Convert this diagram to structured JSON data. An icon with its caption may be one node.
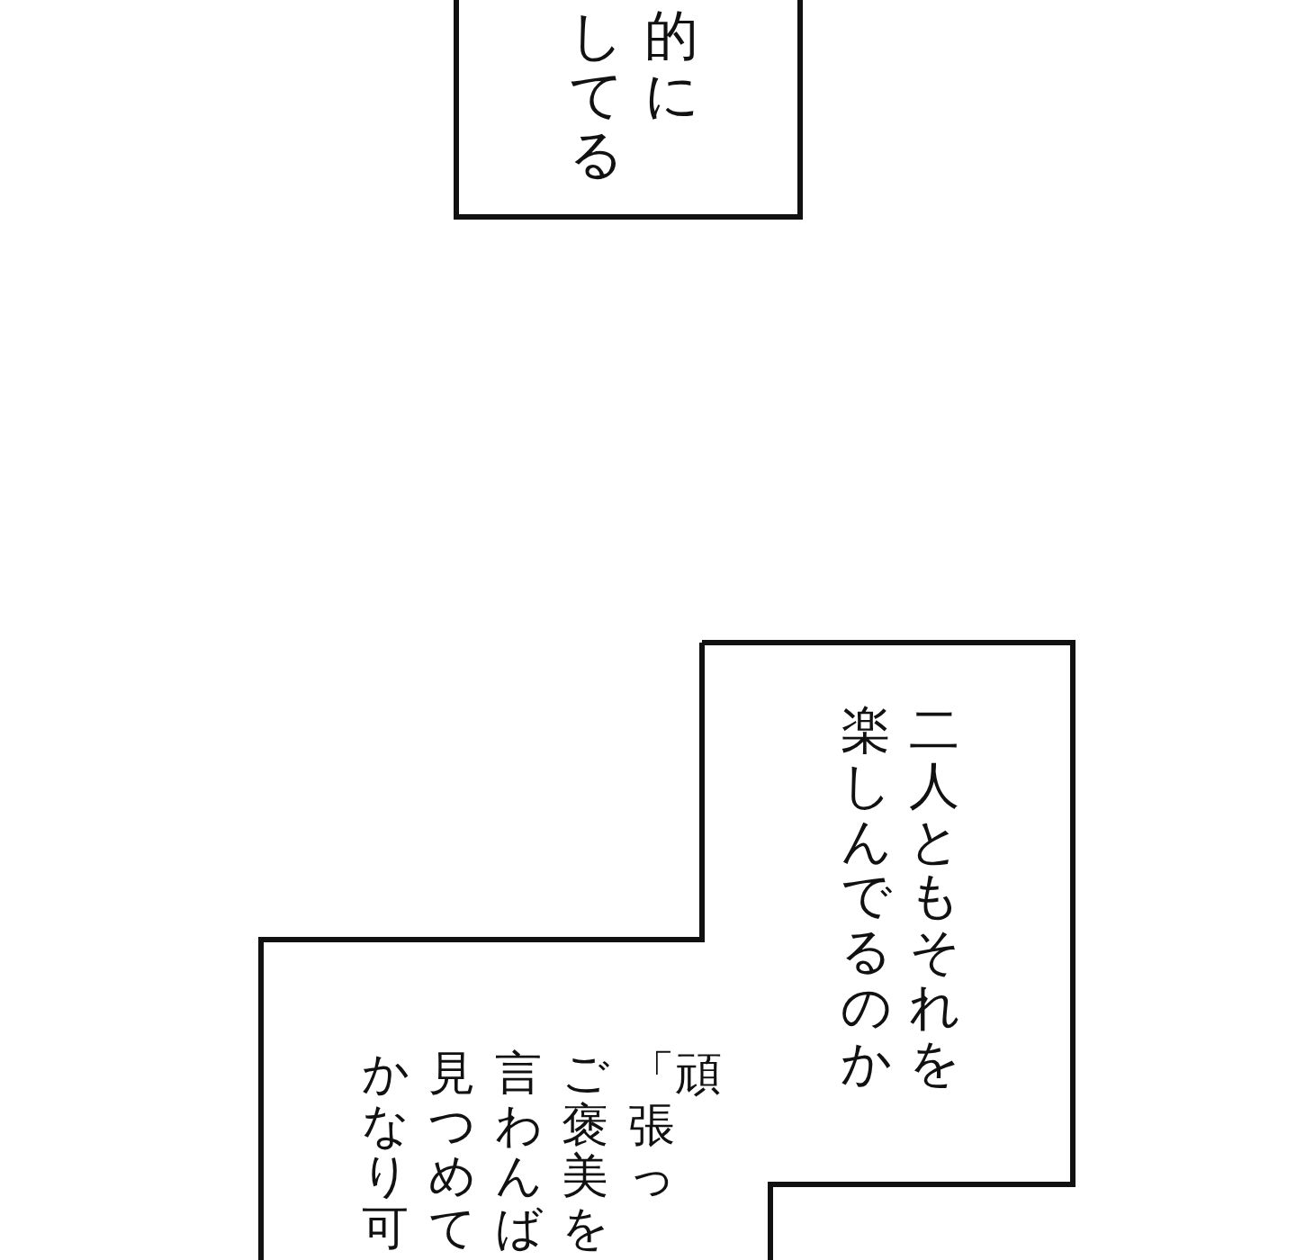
{
  "diagram": {
    "nodes": [
      {
        "text": [
          "的にしてる"
        ]
      },
      {
        "text": [
          "二人ともそれを楽しんでるのか",
          "「頑張っご褒美を言わんば見つめてかなり可"
        ]
      }
    ]
  }
}
